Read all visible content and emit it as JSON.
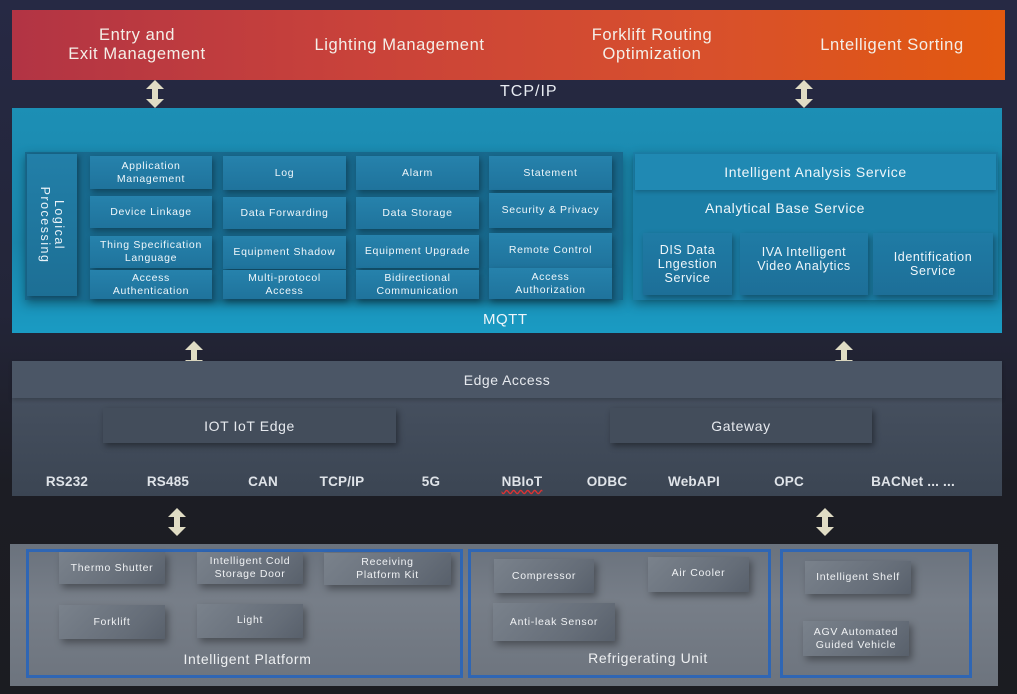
{
  "applications": [
    {
      "label": "Entry and\nExit Management"
    },
    {
      "label": "Lighting Management"
    },
    {
      "label": "Forklift Routing\nOptimization"
    },
    {
      "label": "Lntelligent Sorting"
    }
  ],
  "protocols": {
    "top": "TCP/IP",
    "middle": "MQTT"
  },
  "platform": {
    "logical_processing": "Logical\nProcessing",
    "tiles": [
      [
        "Application\nManagement",
        "Log",
        "Alarm",
        "Statement"
      ],
      [
        "Device Linkage",
        "Data Forwarding",
        "Data Storage",
        "Security & Privacy"
      ],
      [
        "Thing Specification\nLanguage",
        "Equipment Shadow",
        "Equipment Upgrade",
        "Remote Control"
      ],
      [
        "Access\nAuthentication",
        "Multi-protocol\nAccess",
        "Bidirectional\nCommunication",
        "Access\nAuthorization"
      ]
    ],
    "analysis": {
      "header": "Intelligent Analysis Service",
      "base": "Analytical Base Service",
      "services": [
        "DIS  Data\nLngestion\nService",
        "IVA Intelligent\nVideo Analytics",
        "Identification\nService"
      ]
    }
  },
  "edge": {
    "header": "Edge Access",
    "iot_edge": "IOT  IoT Edge",
    "gateway": "Gateway",
    "protocols": [
      "RS232",
      "RS485",
      "CAN",
      "TCP/IP",
      "5G",
      "NBIoT",
      "ODBC",
      "WebAPI",
      "OPC",
      "BACNet  ...  ..."
    ]
  },
  "devices": {
    "intelligent_platform": {
      "label": "Intelligent Platform",
      "items": [
        "Thermo Shutter",
        "Intelligent Cold\nStorage Door",
        "Receiving\nPlatform Kit",
        "Forklift",
        "Light"
      ]
    },
    "refrigerating_unit": {
      "label": "Refrigerating Unit",
      "items": [
        "Compressor",
        "Air Cooler",
        "Anti-leak Sensor"
      ]
    },
    "storage": {
      "items": [
        "Intelligent Shelf",
        "AGV Automated\nGuided Vehicle"
      ]
    }
  },
  "colors": {
    "app_band_start": "#b23444",
    "app_band_end": "#e2590f",
    "platform": "#1c8fb5",
    "edge": "#4a5564",
    "device": "#6f7781",
    "group_border": "#2f66b4",
    "arrow": "#e0dcc4"
  }
}
